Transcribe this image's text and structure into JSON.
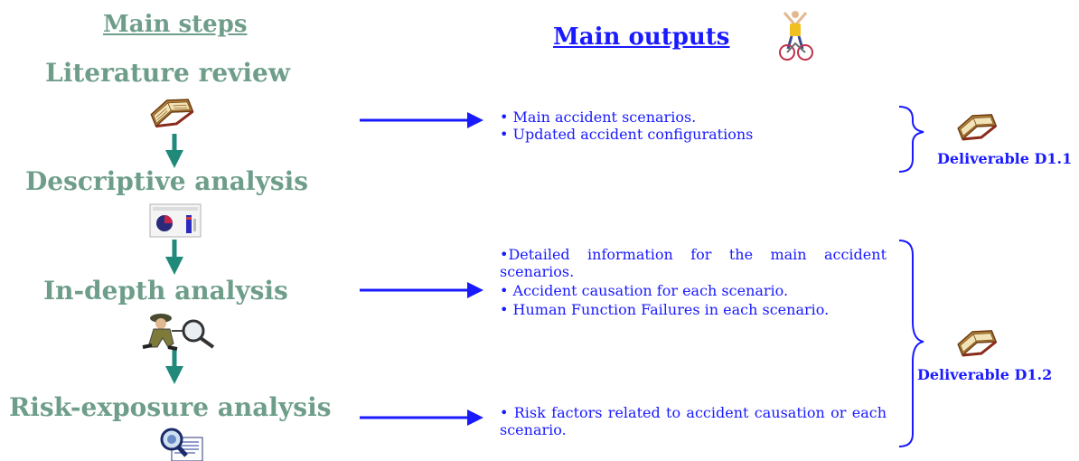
{
  "headers": {
    "main_steps": "Main steps",
    "main_outputs": "Main outputs"
  },
  "steps": [
    "Literature review",
    "Descriptive analysis",
    "In-depth analysis",
    "Risk-exposure analysis"
  ],
  "outputs": {
    "group1": [
      "• Main accident scenarios.",
      "• Updated accident configurations"
    ],
    "group2": [
      "•Detailed information for the main accident scenarios.",
      "• Accident causation for each scenario.",
      "• Human Function Failures in each scenario."
    ],
    "group3": [
      "• Risk factors related to accident causation or each scenario."
    ]
  },
  "deliverables": {
    "d1": "Deliverable D1.1",
    "d2": "Deliverable D1.2"
  },
  "colors": {
    "step_text": "#6e9e8a",
    "down_arrow": "#1f8a7a",
    "flow_arrow": "#1a1aff",
    "output_text": "#1a1aff"
  },
  "icons": [
    "book-icon",
    "pie-chart-report-icon",
    "detective-magnifier-icon",
    "magnifier-document-icon",
    "cyclist-icon"
  ]
}
